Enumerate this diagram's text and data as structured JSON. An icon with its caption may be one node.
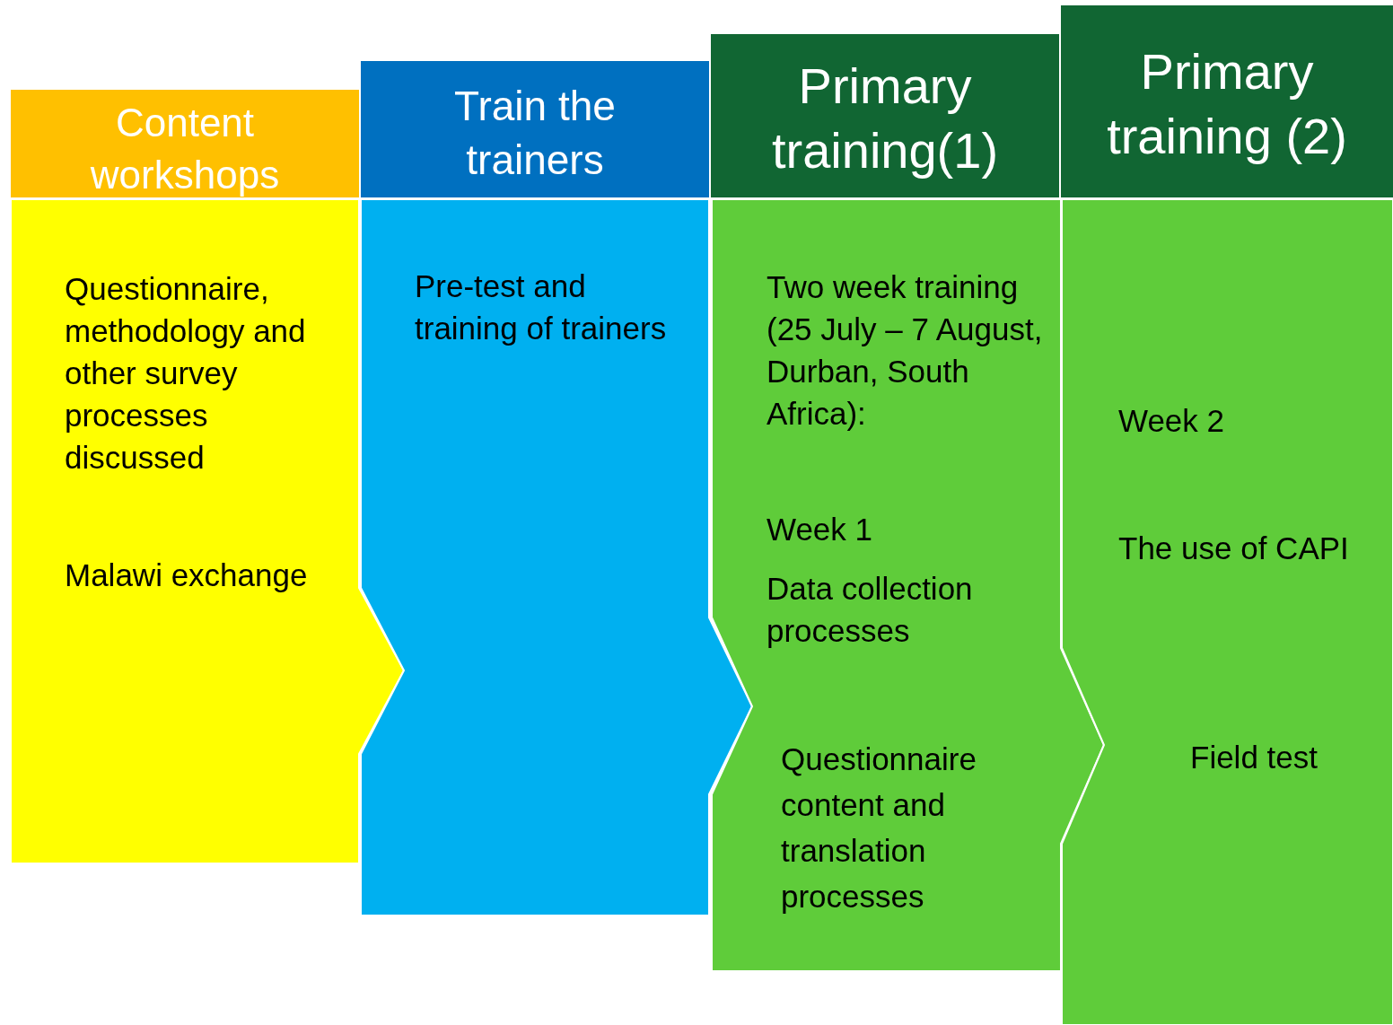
{
  "diagram": {
    "nodes": [
      {
        "text": [
          "Content workshops"
        ]
      },
      {
        "text": [
          "Questionnaire, methodology and other survey processes discussed",
          "Malawi exchange"
        ]
      },
      {
        "text": [
          "Train the trainers"
        ]
      },
      {
        "text": [
          "Pre-test and training of trainers"
        ]
      },
      {
        "text": [
          "Primary training(1)"
        ]
      },
      {
        "text": [
          "Two week training (25 July – 7 August, Durban, South Africa):",
          "Week 1",
          "Data collection processes",
          "Questionnaire content and translation processes"
        ]
      },
      {
        "text": [
          "Primary training (2)"
        ]
      },
      {
        "text": [
          "Week 2",
          "The use of CAPI",
          "Field test"
        ]
      }
    ]
  }
}
